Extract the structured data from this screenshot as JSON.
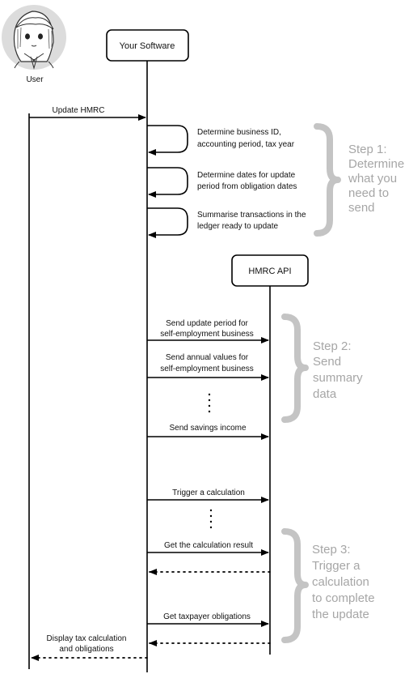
{
  "actors": {
    "user": "User",
    "software": "Your Software",
    "api": "HMRC API"
  },
  "messages": {
    "update_hmrc": "Update HMRC",
    "self1": [
      "Determine business ID,",
      "accounting period, tax year"
    ],
    "self2": [
      "Determine dates for update",
      "period from obligation dates"
    ],
    "self3": [
      "Summarise transactions in the",
      "ledger ready to update"
    ],
    "send_update": [
      "Send update period for",
      "self-employment business"
    ],
    "send_annual": [
      "Send annual values for",
      "self-employment business"
    ],
    "send_savings": "Send savings income",
    "trigger": "Trigger  a calculation",
    "get_result": "Get  the  calculation result",
    "get_obligations": "Get  taxpayer obligations",
    "display": [
      "Display tax calculation",
      "and obligations"
    ]
  },
  "steps": {
    "step1": [
      "Step 1:",
      "Determine",
      "what you",
      "need to",
      "send"
    ],
    "step2": [
      "Step 2:",
      "Send",
      "summary",
      "data"
    ],
    "step3": [
      "Step 3:",
      "Trigger a",
      "calculation",
      "to complete",
      "the update"
    ]
  },
  "colors": {
    "line": "#000000",
    "brace": "#c4c4c4",
    "step_text": "#a6a6a6"
  }
}
